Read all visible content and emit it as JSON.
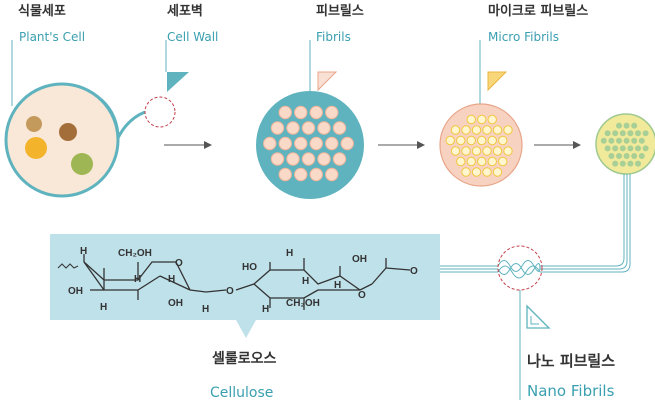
{
  "stages": [
    {
      "id": "plant-cell",
      "label_ko": "식물세포",
      "label_en": "Plant's Cell"
    },
    {
      "id": "cell-wall",
      "label_ko": "세포벽",
      "label_en": "Cell Wall"
    },
    {
      "id": "fibrils",
      "label_ko": "피브릴스",
      "label_en": "Fibrils"
    },
    {
      "id": "micro-fibrils",
      "label_ko": "마이크로 피브릴스",
      "label_en": "Micro Fibrils"
    }
  ],
  "nano": {
    "label_ko": "나노 피브릴스",
    "label_en": "Nano Fibrils"
  },
  "cellulose": {
    "label_ko": "셀룰로오스",
    "label_en": "Cellulose",
    "atoms": {
      "h": "H",
      "ch2oh": "CH₂OH",
      "oh": "OH",
      "ho": "HO",
      "o": "O"
    }
  },
  "colors": {
    "teal": "#5fb3be",
    "panel": "#bfe1ea",
    "cell_fill": "#f9e8d8",
    "fibril_ring": "#f4c3a6",
    "micro_fill": "#f8d2c0",
    "micro_dot": "#f5d447",
    "nano_fill": "#f1ea9b",
    "nano_dot": "#9fc98e",
    "dashed_red": "#c2404a",
    "arrow": "#555555"
  }
}
